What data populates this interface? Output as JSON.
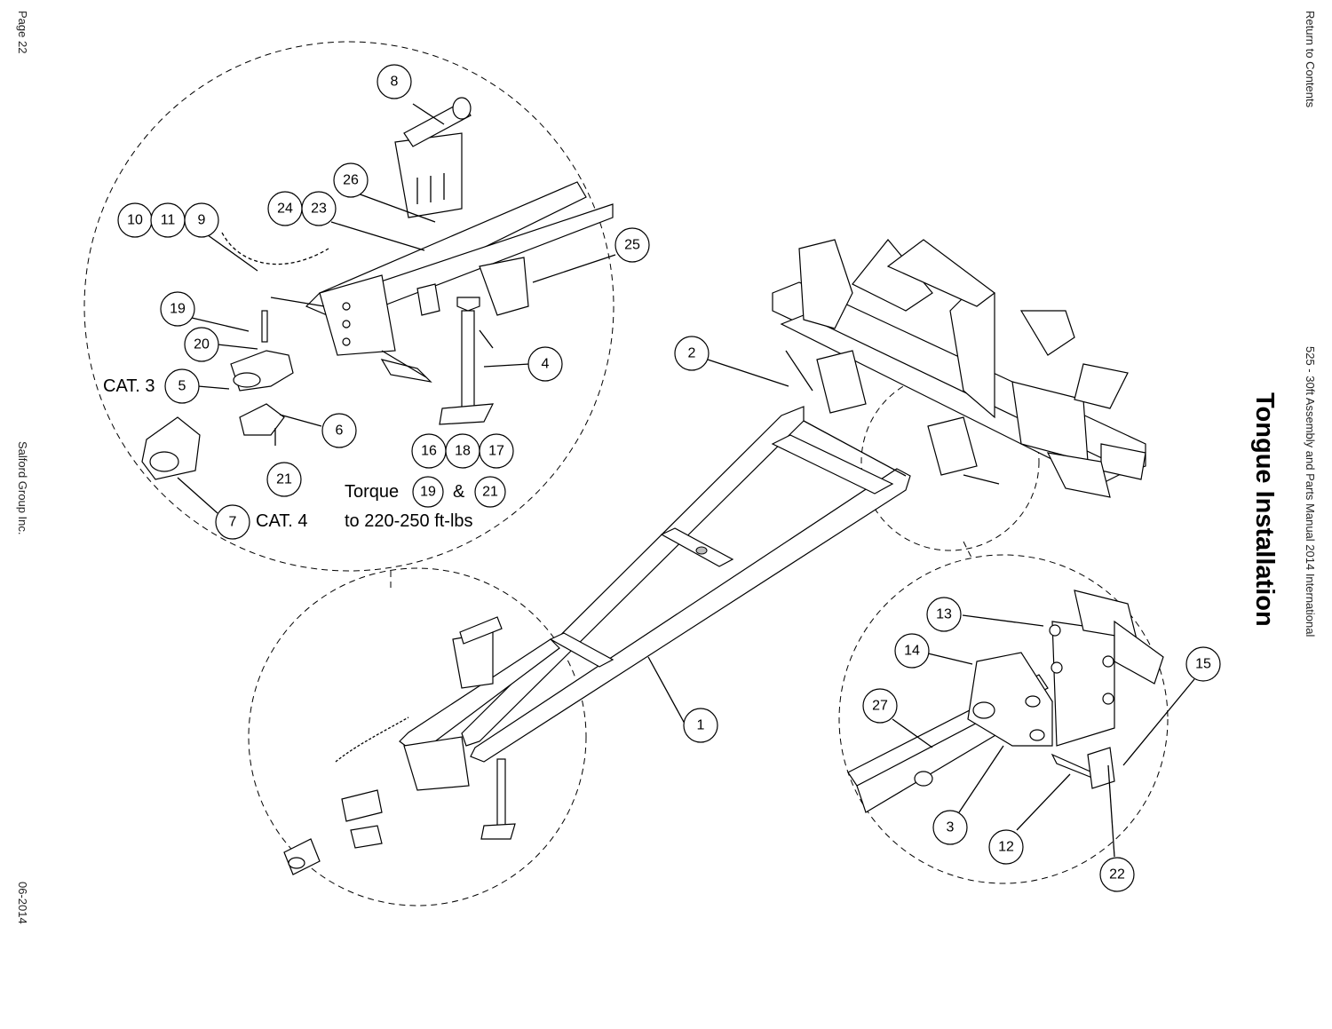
{
  "header": {
    "page": "Page 22",
    "company": "Salford Group Inc.",
    "date": "06-2014",
    "return_link": "Return to Contents",
    "manual": "525 - 30ft Assembly and Parts Manual 2014 International",
    "title": "Tongue Installation"
  },
  "labels": {
    "cat3": "CAT. 3",
    "cat4": "CAT. 4",
    "torque_word": "Torque",
    "torque_amp": "&",
    "torque_spec": "to 220-250 ft-lbs"
  },
  "callouts": [
    "1",
    "2",
    "3",
    "4",
    "5",
    "6",
    "7",
    "8",
    "9",
    "10",
    "11",
    "12",
    "13",
    "14",
    "15",
    "16",
    "17",
    "18",
    "19",
    "20",
    "21",
    "22",
    "23",
    "24",
    "25",
    "26",
    "27"
  ],
  "colors": {
    "line": "#000000",
    "background": "#ffffff",
    "shade": "#bdbdbd"
  }
}
